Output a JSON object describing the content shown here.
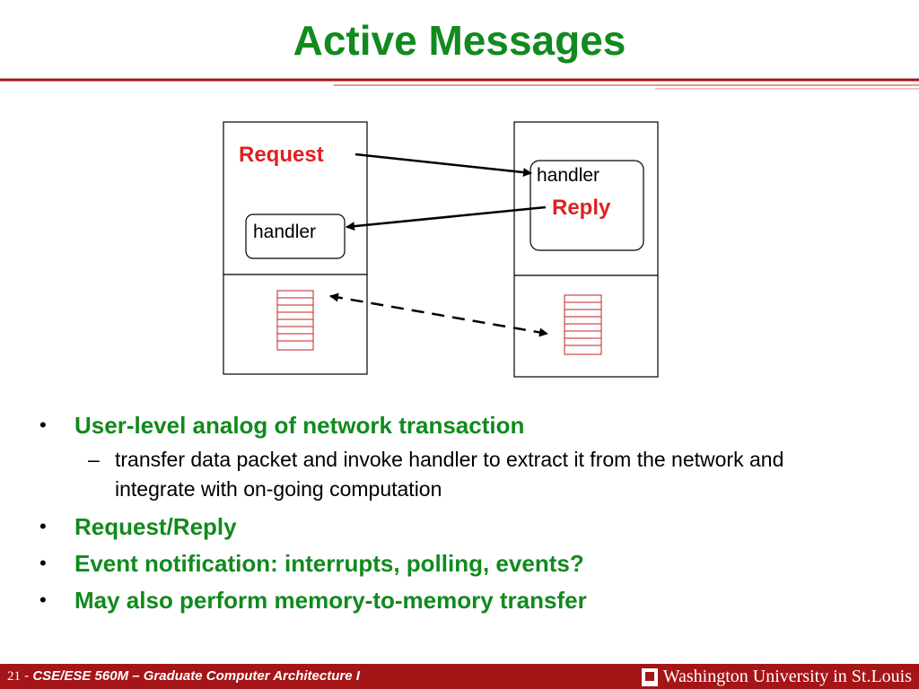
{
  "title": "Active Messages",
  "diagram": {
    "request_label": "Request",
    "reply_label": "Reply",
    "left_handler_label": "handler",
    "right_handler_label": "handler"
  },
  "bullets": [
    {
      "text": "User-level analog of network transaction",
      "sub": [
        "transfer data packet and invoke handler to extract it from the network and integrate with on-going computation"
      ]
    },
    {
      "text": "Request/Reply"
    },
    {
      "text": "Event notification: interrupts, polling, events?"
    },
    {
      "text": "May also perform memory-to-memory transfer"
    }
  ],
  "footer": {
    "page": "21",
    "separator": "-",
    "course": "CSE/ESE 560M – Graduate Computer Architecture I",
    "university": "Washington University in St.Louis"
  },
  "colors": {
    "title_green": "#118a1e",
    "bullet_green": "#118a1e",
    "accent_red": "#e02020",
    "footer_red": "#a51417"
  }
}
